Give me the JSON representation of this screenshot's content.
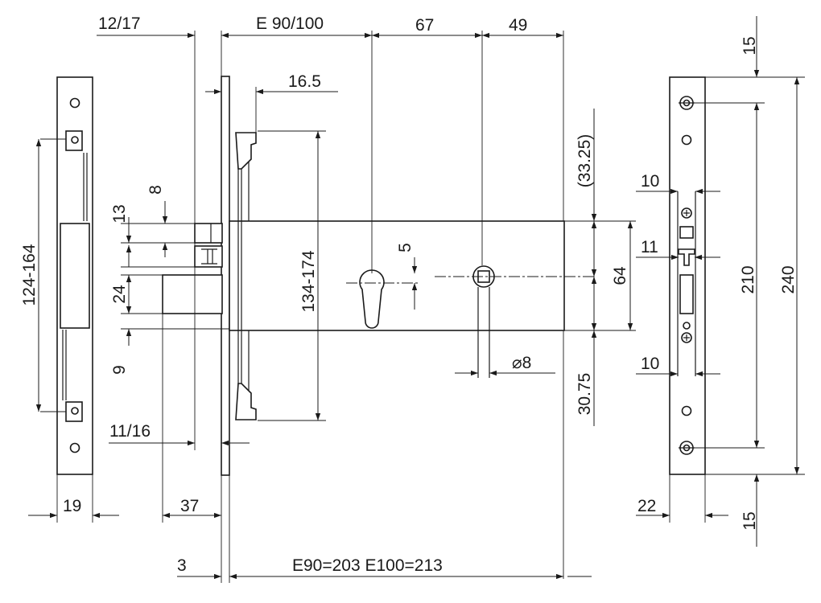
{
  "dimensions": {
    "d_12_17": "12/17",
    "d_e90_100": "E 90/100",
    "d_67": "67",
    "d_49": "49",
    "d_15_top": "15",
    "d_16_5": "16.5",
    "d_8": "8",
    "d_13": "13",
    "d_24": "24",
    "d_9": "9",
    "d_124_164": "124-164",
    "d_134_174": "134-174",
    "d_5": "5",
    "d_33_25": "(33.25)",
    "d_64": "64",
    "d_30_75": "30.75",
    "d_dia_8": "⌀8",
    "d_11_16": "11/16",
    "d_19": "19",
    "d_37": "37",
    "d_3": "3",
    "d_e90_e100": "E90=203  E100=213",
    "d_10_top": "10",
    "d_11": "11",
    "d_10_bottom": "10",
    "d_22": "22",
    "d_15_bottom": "15",
    "d_210": "210",
    "d_240": "240"
  },
  "colors": {
    "line": "#1a1a1a",
    "background": "#ffffff"
  }
}
